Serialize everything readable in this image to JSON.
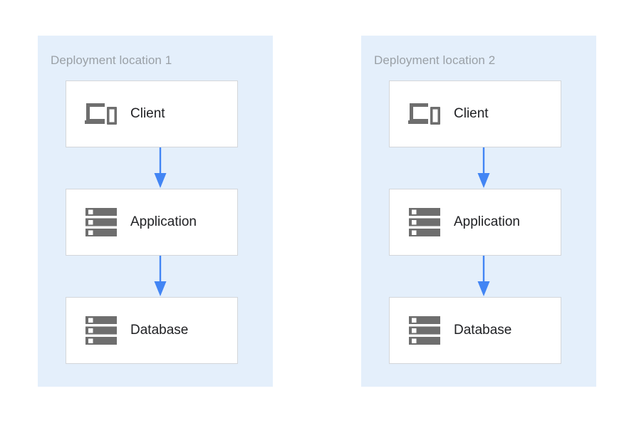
{
  "diagram": {
    "title": "",
    "colors": {
      "panel_background": "#e4effb",
      "node_background": "#ffffff",
      "node_border": "#d3d6da",
      "arrow": "#4285f4",
      "icon_gray": "#6e6e6e",
      "label_text": "#202124",
      "panel_title_text": "#9aa0a6",
      "page_background": "#ffffff"
    },
    "panels": [
      {
        "title": "Deployment location 1",
        "nodes": [
          {
            "label": "Client",
            "icon": "devices-icon"
          },
          {
            "label": "Application",
            "icon": "server-icon"
          },
          {
            "label": "Database",
            "icon": "server-icon"
          }
        ],
        "connectors": [
          {
            "from": "Client",
            "to": "Application",
            "style": "arrow-down"
          },
          {
            "from": "Application",
            "to": "Database",
            "style": "arrow-down"
          }
        ]
      },
      {
        "title": "Deployment location 2",
        "nodes": [
          {
            "label": "Client",
            "icon": "devices-icon"
          },
          {
            "label": "Application",
            "icon": "server-icon"
          },
          {
            "label": "Database",
            "icon": "server-icon"
          }
        ],
        "connectors": [
          {
            "from": "Client",
            "to": "Application",
            "style": "arrow-down"
          },
          {
            "from": "Application",
            "to": "Database",
            "style": "arrow-down"
          }
        ]
      }
    ]
  }
}
